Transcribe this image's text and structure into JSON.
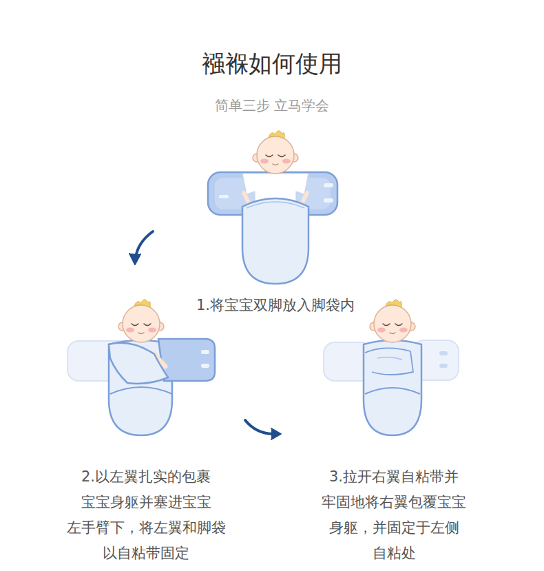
{
  "diagram": {
    "title": "襁褓如何使用",
    "labels": [
      "简单三步 立马学会",
      "1.将宝宝双脚放入脚袋内",
      "2.以左翼扎实的包裹 宝宝身躯并塞进宝宝 左手臂下，将左翼和脚袋 以自粘带固定",
      "3.拉开右翼自粘带并 牢固地将右翼包覆宝宝 身躯，并固定于左侧 自粘处"
    ]
  }
}
